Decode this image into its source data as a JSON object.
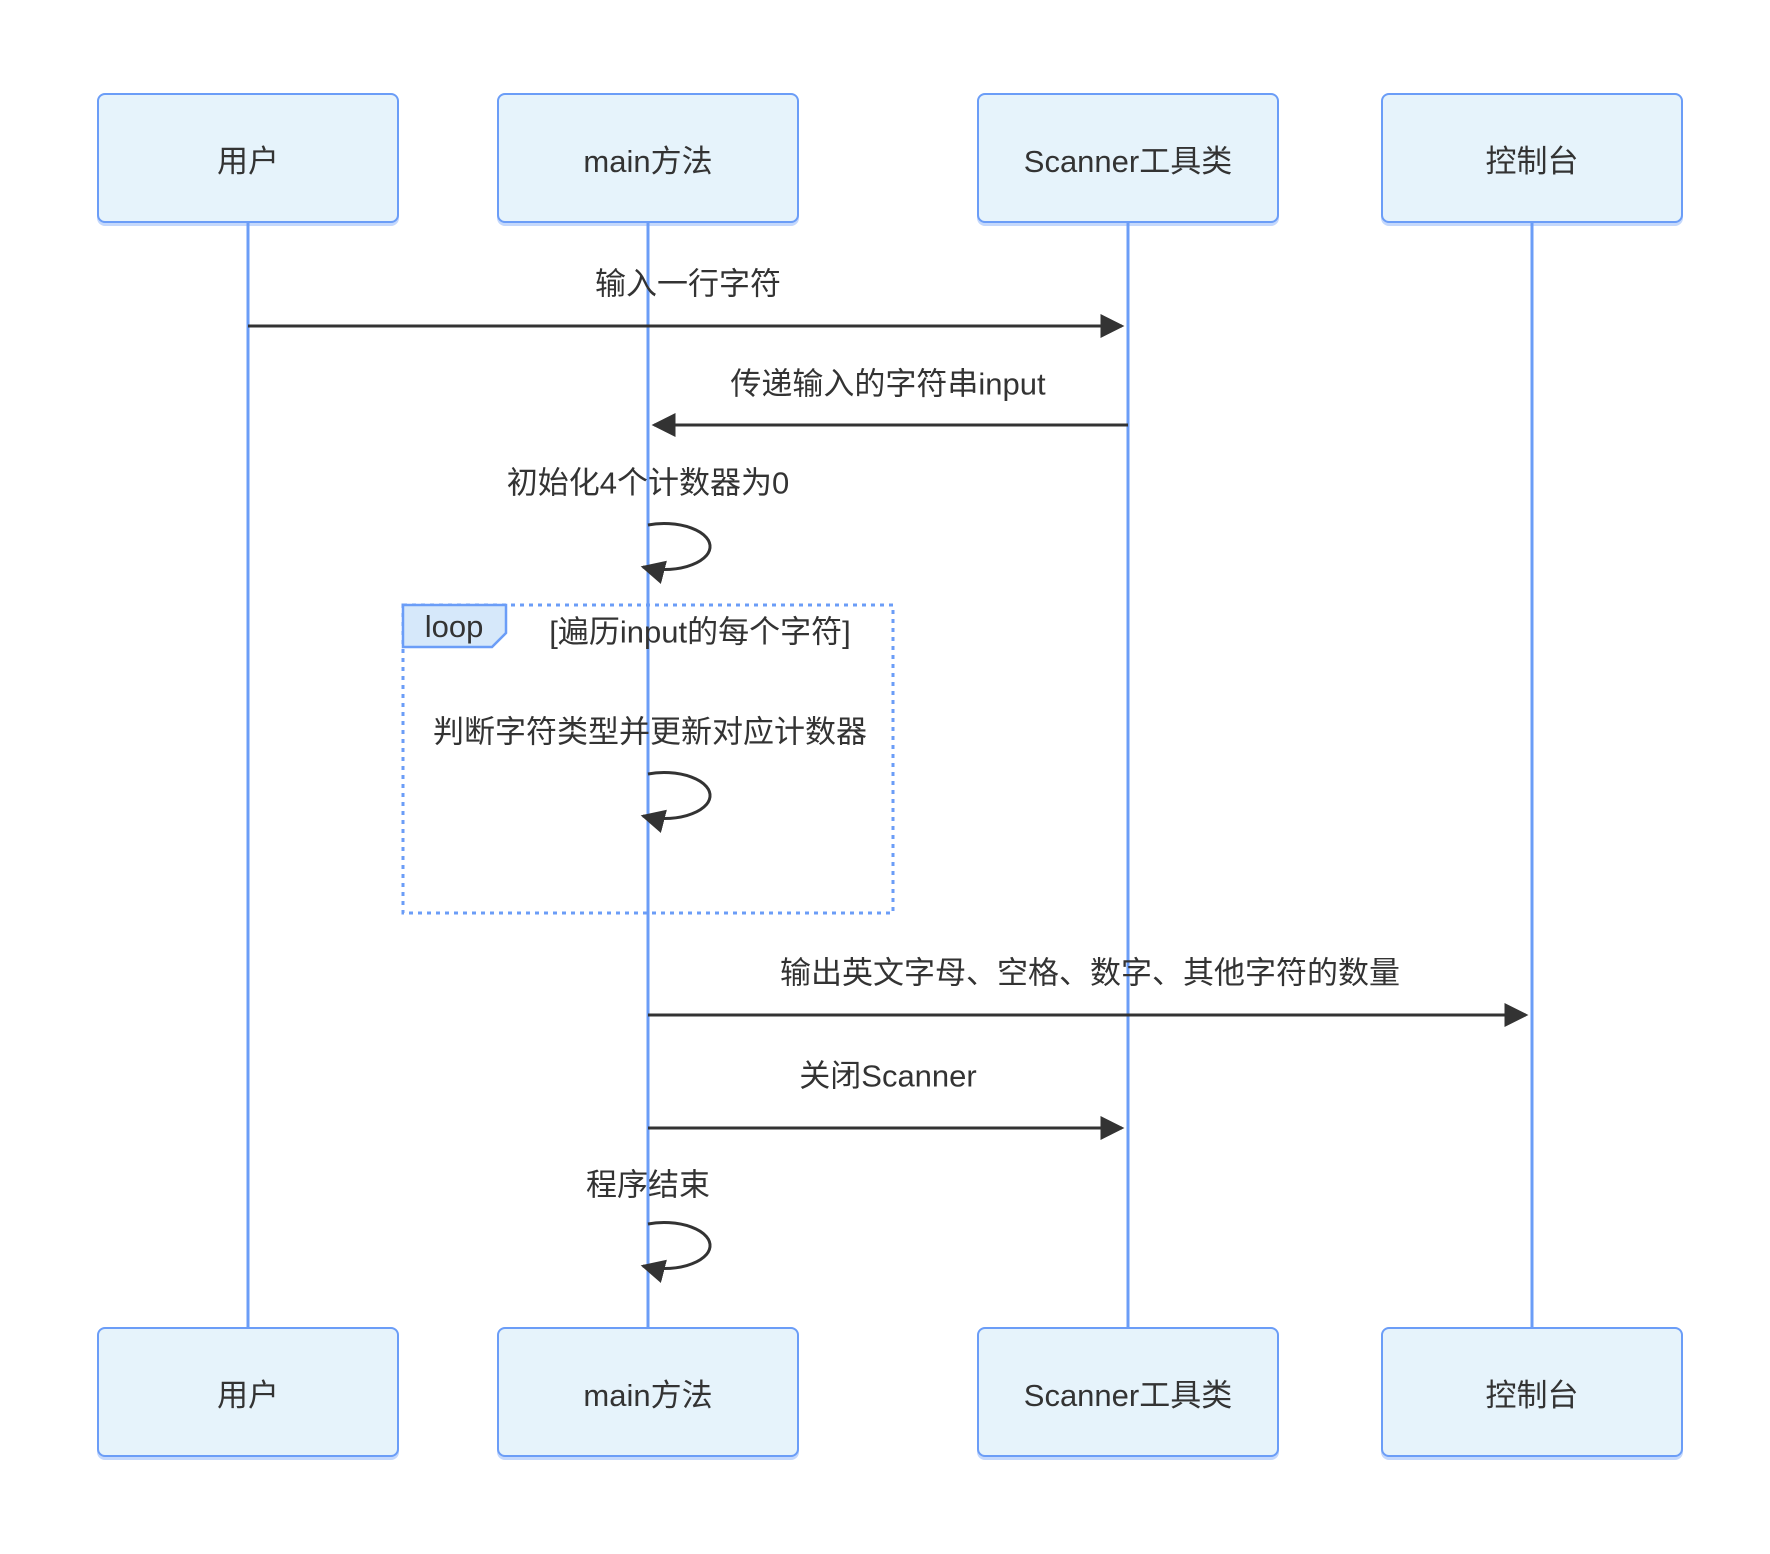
{
  "participants": [
    {
      "label": "用户"
    },
    {
      "label": "main方法"
    },
    {
      "label": "Scanner工具类"
    },
    {
      "label": "控制台"
    }
  ],
  "messages": {
    "input_line": "输入一行字符",
    "pass_input": "传递输入的字符串input",
    "init_counters": "初始化4个计数器为0",
    "loop_label": "loop",
    "loop_condition": "[遍历input的每个字符]",
    "classify_char": "判断字符类型并更新对应计数器",
    "output_counts": "输出英文字母、空格、数字、其他字符的数量",
    "close_scanner": "关闭Scanner",
    "program_end": "程序结束"
  },
  "colors": {
    "actor_fill": "#E6F3FB",
    "actor_border": "#6B9DF7",
    "lifeline": "#6B9DF7",
    "loop_border": "#6B9DF7",
    "loop_tag_fill": "#D6E8FA",
    "arrow": "#333333",
    "text": "#333333"
  }
}
